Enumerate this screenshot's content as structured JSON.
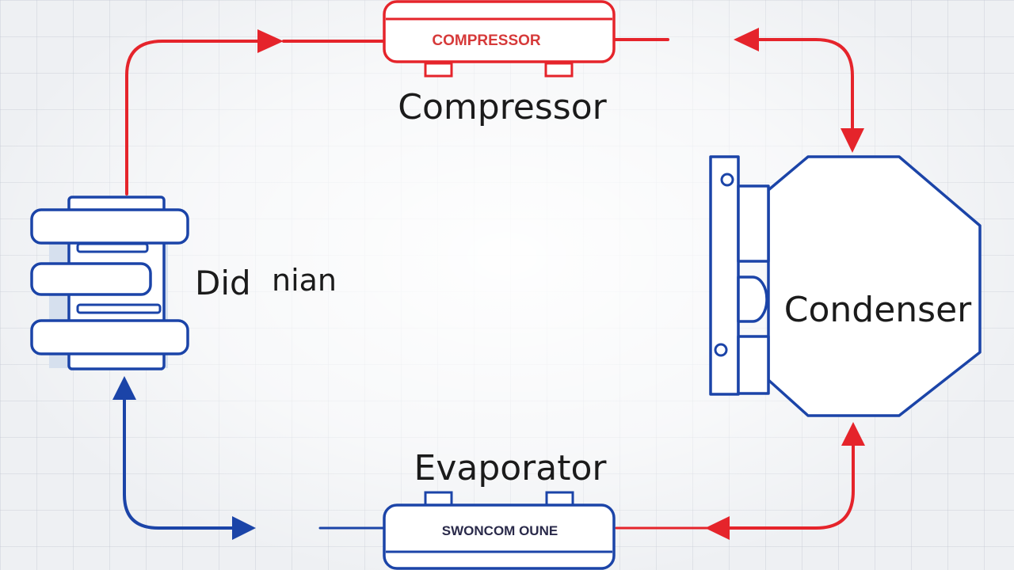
{
  "colors": {
    "hot_line": "#e5242b",
    "cold_line": "#1b44a8",
    "label_text": "#1b1b1b"
  },
  "components": {
    "compressor": {
      "inner_label": "COMPRESSOR",
      "label": "Compressor"
    },
    "condenser": {
      "label": "Condenser"
    },
    "evaporator": {
      "inner_label": "SWONCOM OUNE",
      "label": "Evaporator"
    },
    "left_unit": {
      "label_part1": "Did",
      "label_part2": "nian"
    }
  },
  "flows": [
    {
      "from": "left_unit",
      "to": "compressor",
      "color": "hot_line"
    },
    {
      "from": "compressor",
      "to": "condenser",
      "color": "hot_line"
    },
    {
      "from": "condenser",
      "to": "evaporator",
      "color": "hot_line"
    },
    {
      "from": "evaporator",
      "to": "left_unit",
      "color": "cold_line"
    }
  ]
}
